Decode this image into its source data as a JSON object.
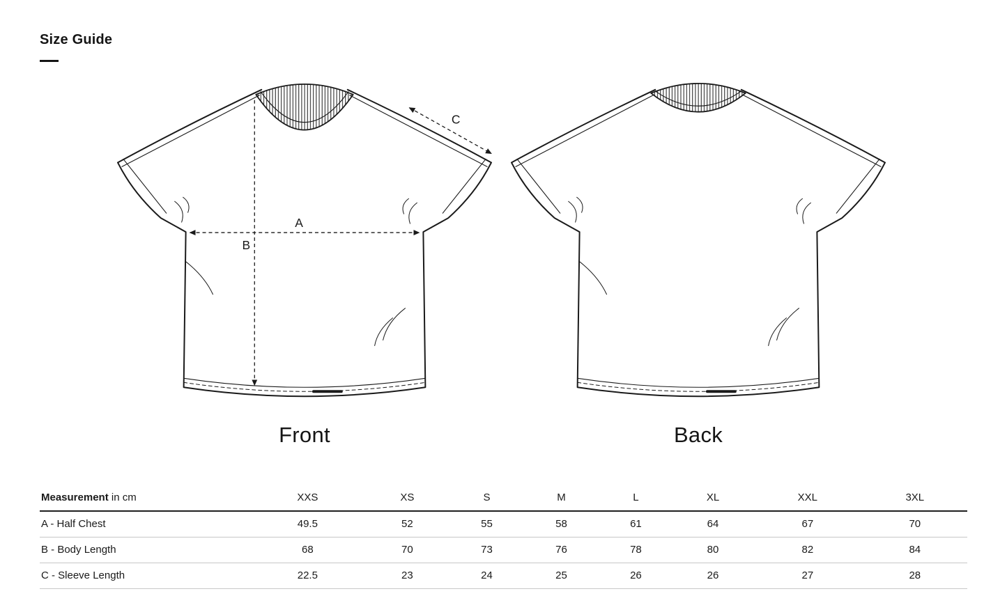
{
  "header": {
    "title": "Size Guide"
  },
  "diagram": {
    "front_label": "Front",
    "back_label": "Back",
    "annotation_a": "A",
    "annotation_b": "B",
    "annotation_c": "C",
    "line_color": "#1a1a1a"
  },
  "table": {
    "measurement_label": "Measurement",
    "measurement_unit": "in cm",
    "sizes": [
      "XXS",
      "XS",
      "S",
      "M",
      "L",
      "XL",
      "XXL",
      "3XL"
    ],
    "rows": [
      {
        "label": "A - Half Chest",
        "values": [
          "49.5",
          "52",
          "55",
          "58",
          "61",
          "64",
          "67",
          "70"
        ]
      },
      {
        "label": "B - Body Length",
        "values": [
          "68",
          "70",
          "73",
          "76",
          "78",
          "80",
          "82",
          "84"
        ]
      },
      {
        "label": "C - Sleeve Length",
        "values": [
          "22.5",
          "23",
          "24",
          "25",
          "26",
          "26",
          "27",
          "28"
        ]
      }
    ]
  }
}
